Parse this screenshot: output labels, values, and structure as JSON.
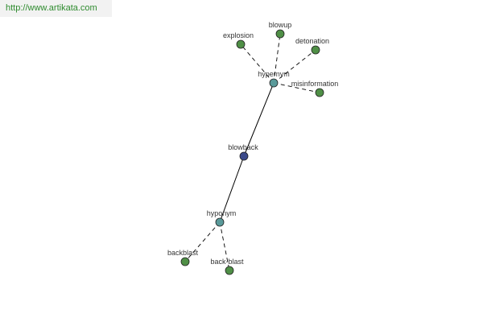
{
  "site": {
    "url_text": "http://www.artikata.com"
  },
  "colors": {
    "root_node": "#3b4a8a",
    "relation_node": "#5a9a9a",
    "word_node": "#4f8f46",
    "node_stroke": "#222222",
    "edge": "#000000",
    "link_text": "#2e8b2e"
  },
  "graph": {
    "root": {
      "label": "blowback"
    },
    "relations": [
      {
        "label": "hypernym",
        "words": [
          "explosion",
          "blowup",
          "detonation",
          "misinformation"
        ]
      },
      {
        "label": "hyponym",
        "words": [
          "backblast",
          "back-blast"
        ]
      }
    ]
  }
}
